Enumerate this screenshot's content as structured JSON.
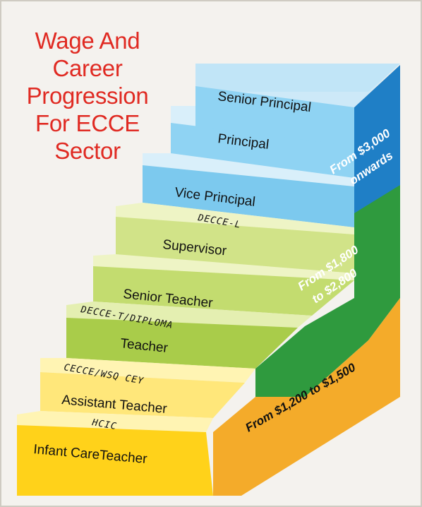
{
  "title_lines": [
    "Wage And",
    "Career",
    "Progression",
    "For ECCE",
    "Sector"
  ],
  "steps": [
    {
      "id": "senior-principal",
      "label": "Senior Principal"
    },
    {
      "id": "principal",
      "label": "Principal"
    },
    {
      "id": "vice-principal",
      "label": "Vice Principal"
    },
    {
      "id": "supervisor",
      "label": "Supervisor"
    },
    {
      "id": "senior-teacher",
      "label": "Senior Teacher"
    },
    {
      "id": "teacher",
      "label": "Teacher"
    },
    {
      "id": "assistant-teacher",
      "label": "Assistant Teacher"
    },
    {
      "id": "infant-care-teacher",
      "label": "Infant CareTeacher"
    }
  ],
  "qualifications": {
    "decce_l": "DECCE-L",
    "decce_t": "DECCE-T/DIPLOMA",
    "cecce": "CECCE/WSQ CEY",
    "hcic": "HCIC"
  },
  "wages": {
    "senior": {
      "line1": "From $3,000",
      "line2": "onwards"
    },
    "mid": {
      "line1": "From $1,800",
      "line2": "to $2,800"
    },
    "entry": {
      "line1": "From $1,200 to $1,500"
    }
  },
  "colors": {
    "title": "#e02a22",
    "blue_front": "#8fd3f3",
    "blue_side": "#1f7fc6",
    "green_front": "#a9cc4a",
    "green_side": "#2f9a3e",
    "yellow_front": "#ffe14d",
    "yellow_side": "#f4ab2a"
  }
}
